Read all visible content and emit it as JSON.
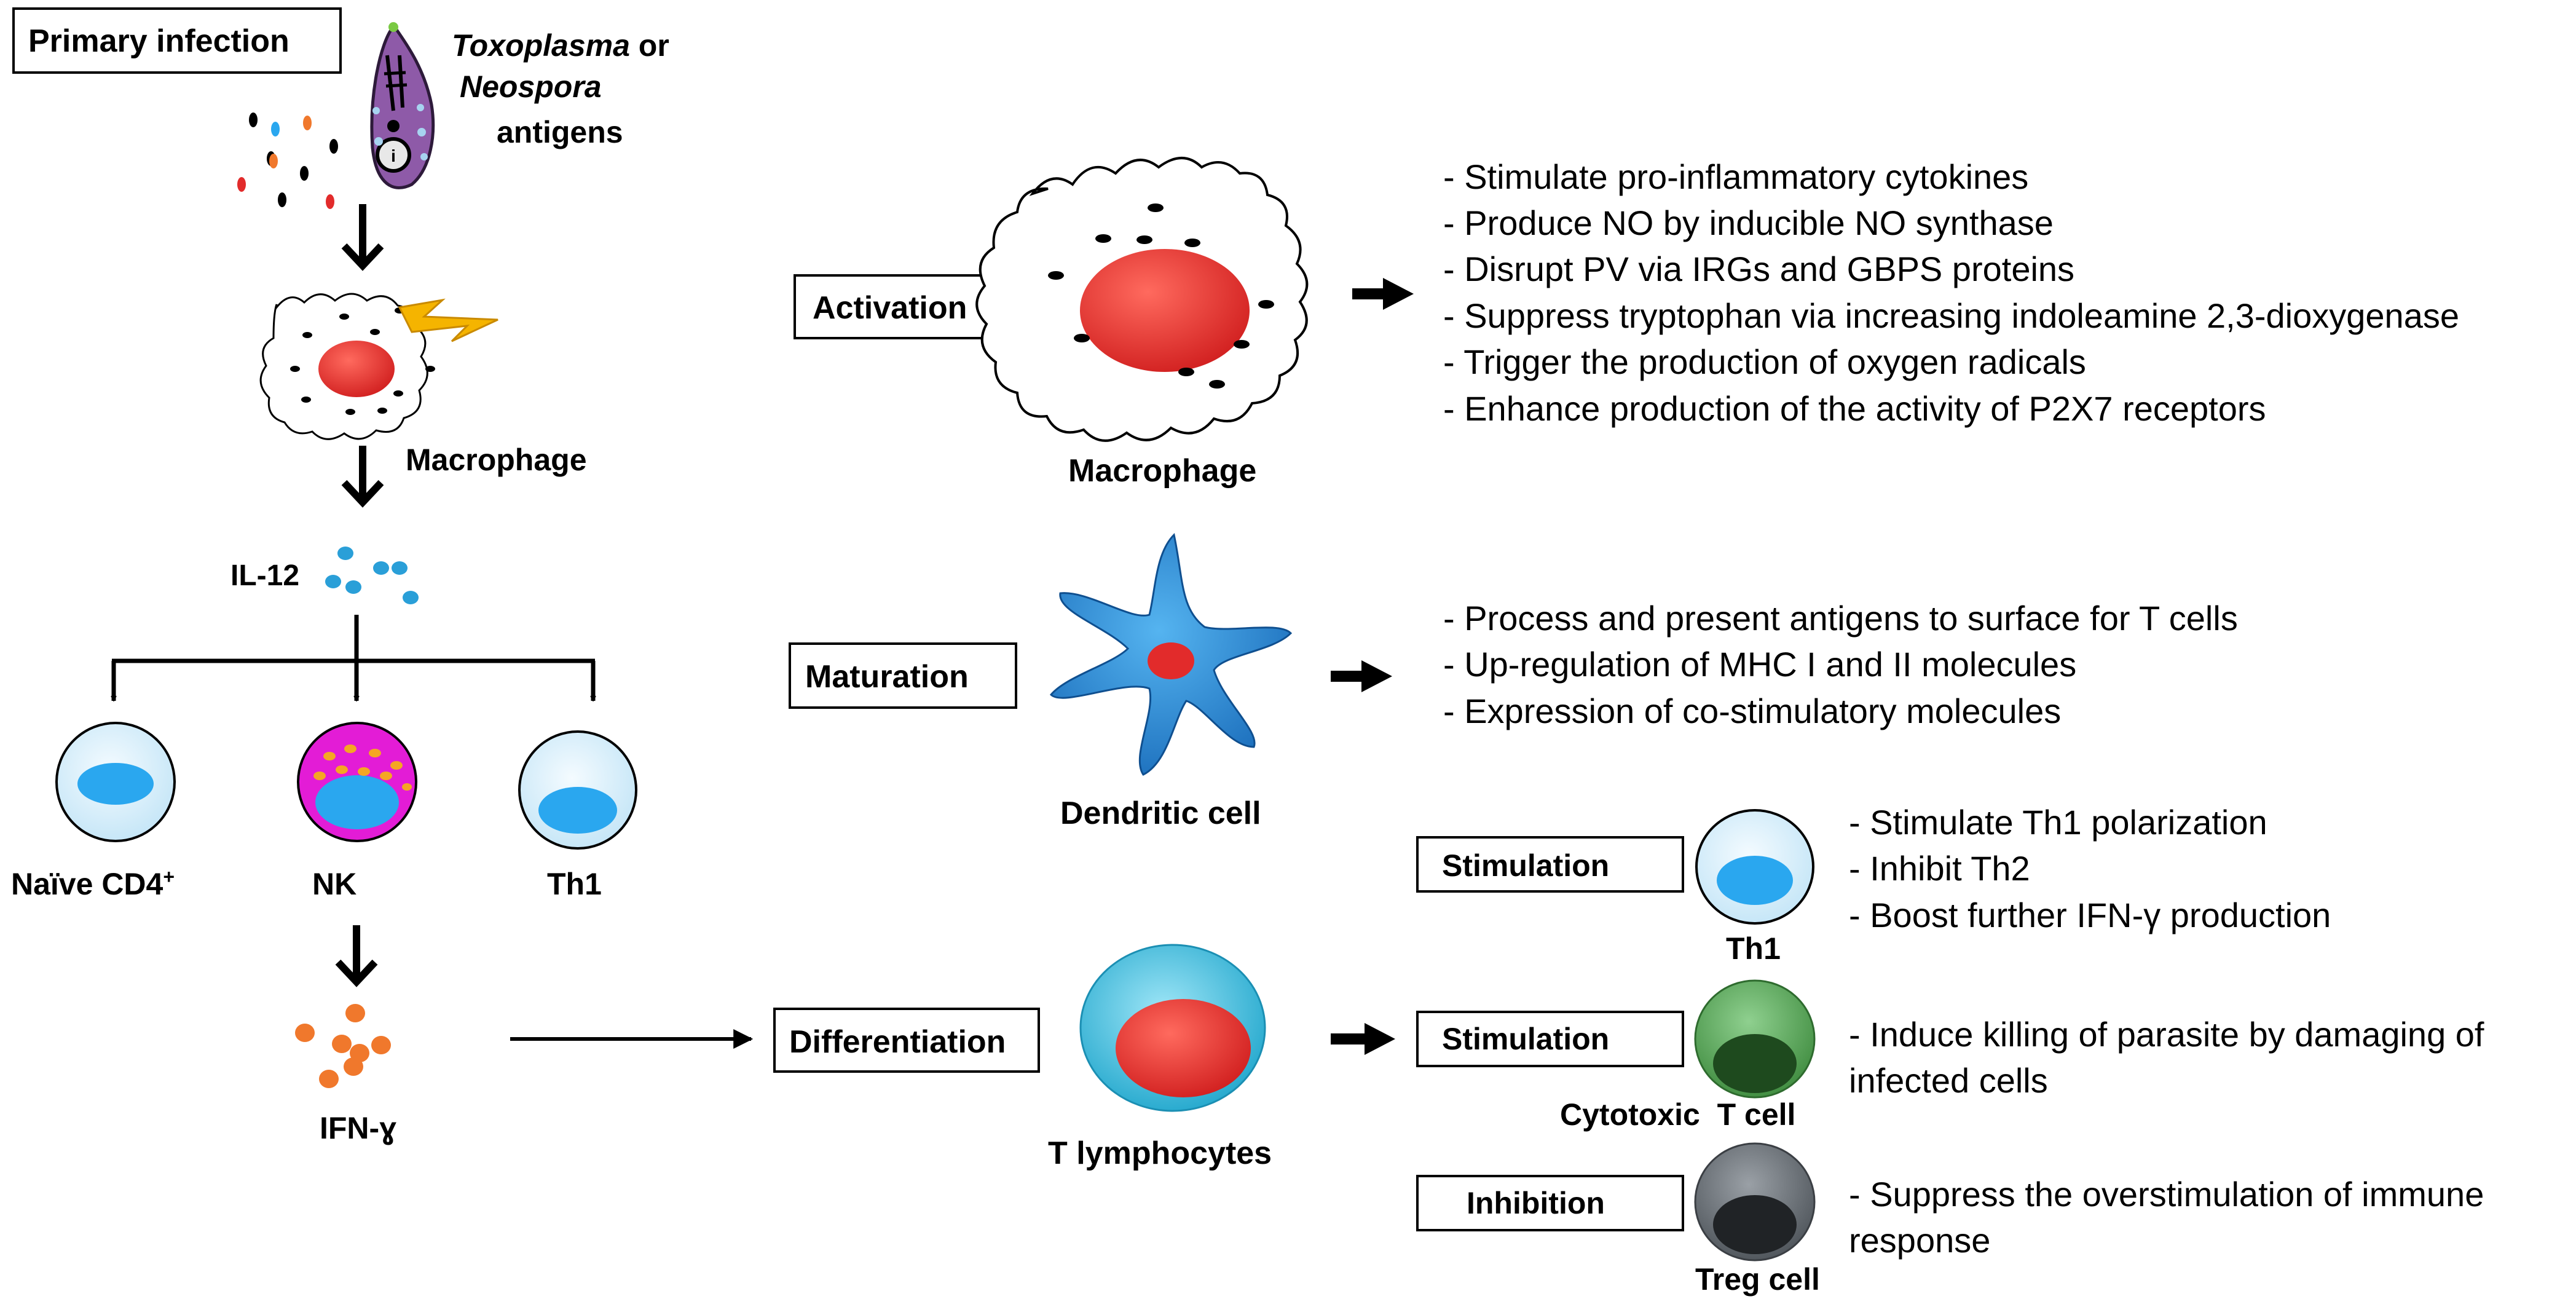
{
  "primary_infection": "Primary infection",
  "parasite": {
    "name_1": "Toxoplasma",
    "connector": " or",
    "name_2": "Neospora",
    "suffix": "antigens"
  },
  "left": {
    "macrophage": "Macrophage",
    "il12": "IL-12",
    "naive_cd4": "Naïve CD4",
    "naive_cd4_sup": "+",
    "nk": "NK",
    "th1": "Th1",
    "ifn": "IFN-ɣ"
  },
  "activation": {
    "label": "Activation",
    "cell": "Macrophage",
    "effects": [
      "- Stimulate pro-inflammatory cytokines",
      "- Produce NO by inducible NO synthase",
      "- Disrupt PV via IRGs and GBPS proteins",
      "- Suppress tryptophan via increasing indoleamine 2,3-dioxygenase",
      "- Trigger the production of oxygen radicals",
      "- Enhance production of the activity of P2X7 receptors"
    ]
  },
  "maturation": {
    "label": "Maturation",
    "cell": "Dendritic cell",
    "effects": [
      "- Process and present antigens to surface for T cells",
      "- Up-regulation of MHC I and II molecules",
      "- Expression of co-stimulatory molecules"
    ]
  },
  "differentiation": {
    "label": "Differentiation",
    "cell": "T lymphocytes"
  },
  "th1_branch": {
    "label": "Stimulation",
    "cell": "Th1",
    "effects": [
      "- Stimulate Th1 polarization",
      "- Inhibit Th2",
      "- Boost further IFN-γ production"
    ]
  },
  "cytotoxic_branch": {
    "label": "Stimulation",
    "cell": "Cytotoxic  T cell",
    "effects": [
      "- Induce killing of parasite by damaging of",
      "infected cells"
    ]
  },
  "treg_branch": {
    "label": "Inhibition",
    "cell": "Treg cell",
    "effects": [
      "- Suppress the overstimulation of immune",
      "response"
    ]
  },
  "colors": {
    "cell_blue_light": "#d9eff9",
    "nucleus_blue": "#2aa7ef",
    "nk_magenta": "#e31cd6",
    "nk_granule": "#f5a623",
    "il12_dot": "#2a9fd8",
    "ifn_dot": "#f0782c",
    "nucleus_red": "#e22b2b",
    "dendritic_blue": "#1c7ccd",
    "t_lymph_cyan": "#39c4e2",
    "cytotoxic_green": "#5aa55a",
    "treg_gray": "#6b7178",
    "parasite_purple": "#8e5aa8",
    "lightning": "#f5b400"
  }
}
